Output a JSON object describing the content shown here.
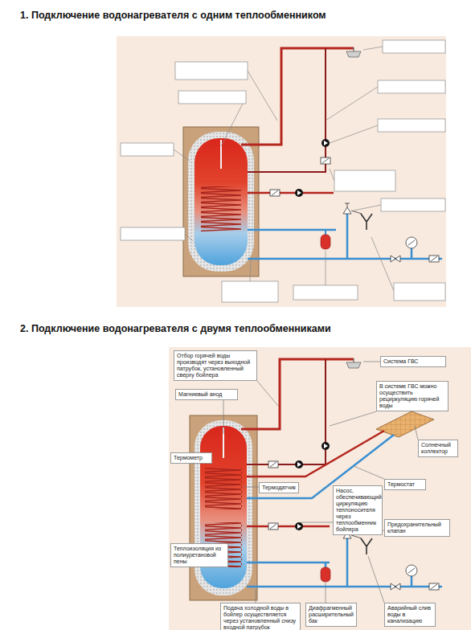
{
  "diagram": {
    "title": "1. Подключение водонагревателя с одним теплообменником",
    "nodes": [
      {
        "text": [
          "Отбор горячей воды производят через выходной патрубок, установленный сверху бойлера"
        ]
      },
      {
        "text": [
          "Система ГВС"
        ]
      },
      {
        "text": [
          "Магниевый анод"
        ]
      },
      {
        "text": [
          "В системе ГВС можно осуществить рециркуляцию горячей воды"
        ]
      },
      {
        "text": [
          "Солнечный коллектор"
        ]
      },
      {
        "text": [
          "Термометр"
        ]
      },
      {
        "text": [
          "Термостат"
        ]
      },
      {
        "text": [
          "Термодатчик"
        ]
      },
      {
        "text": [
          "Насос, обеспечивающий циркуляцию теплоносителя через теплообменник бойлера"
        ]
      },
      {
        "text": [
          "Предохранительный клапан"
        ]
      },
      {
        "text": [
          "Теплоизоляция из полиуретановой пены"
        ]
      },
      {
        "text": [
          "Подача холодной воды в бойлер осуществляется через установленный снизу входной патрубок"
        ]
      },
      {
        "text": [
          "Диафрагменный расширительный бак"
        ]
      },
      {
        "text": [
          "Аварийный слив воды в канализацию"
        ]
      }
    ],
    "labels": [
      "2. Подключение водонагревателя с двумя теплообменниками"
    ]
  }
}
